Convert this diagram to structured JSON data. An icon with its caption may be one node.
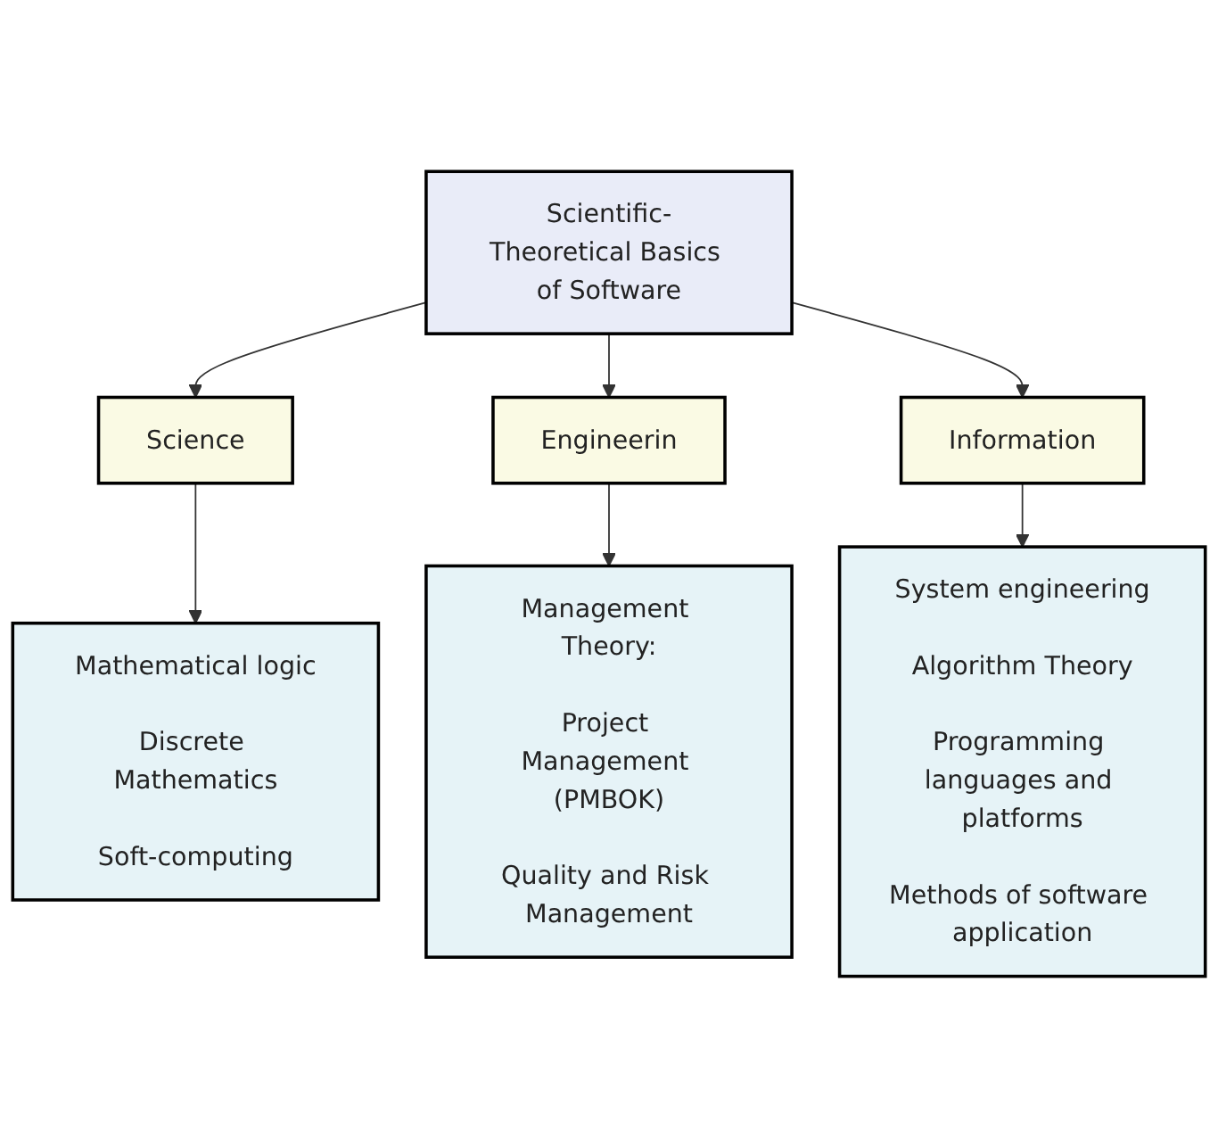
{
  "diagram": {
    "nodes": [
      {
        "text": [
          "Scientific-Theoretical Basics of Software"
        ]
      },
      {
        "text": [
          "Science"
        ]
      },
      {
        "text": [
          "Engineerin"
        ]
      },
      {
        "text": [
          "Information"
        ]
      },
      {
        "text": [
          "Mathematical logic",
          "Discrete Mathematics",
          "Soft-computing"
        ]
      },
      {
        "text": [
          "Management Theory:",
          "Project Management (PMBOK)",
          "Quality and Risk Management"
        ]
      },
      {
        "text": [
          "System engineering",
          "Algorithm Theory",
          "Programming languages and platforms",
          "Methods of software application"
        ]
      }
    ],
    "edges": [
      {
        "from": 0,
        "to": 1,
        "arrow": "to"
      },
      {
        "from": 0,
        "to": 2,
        "arrow": "to"
      },
      {
        "from": 0,
        "to": 3,
        "arrow": "to"
      },
      {
        "from": 1,
        "to": 4,
        "arrow": "to"
      },
      {
        "from": 2,
        "to": 5,
        "arrow": "to"
      },
      {
        "from": 3,
        "to": 6,
        "arrow": "to"
      }
    ]
  }
}
